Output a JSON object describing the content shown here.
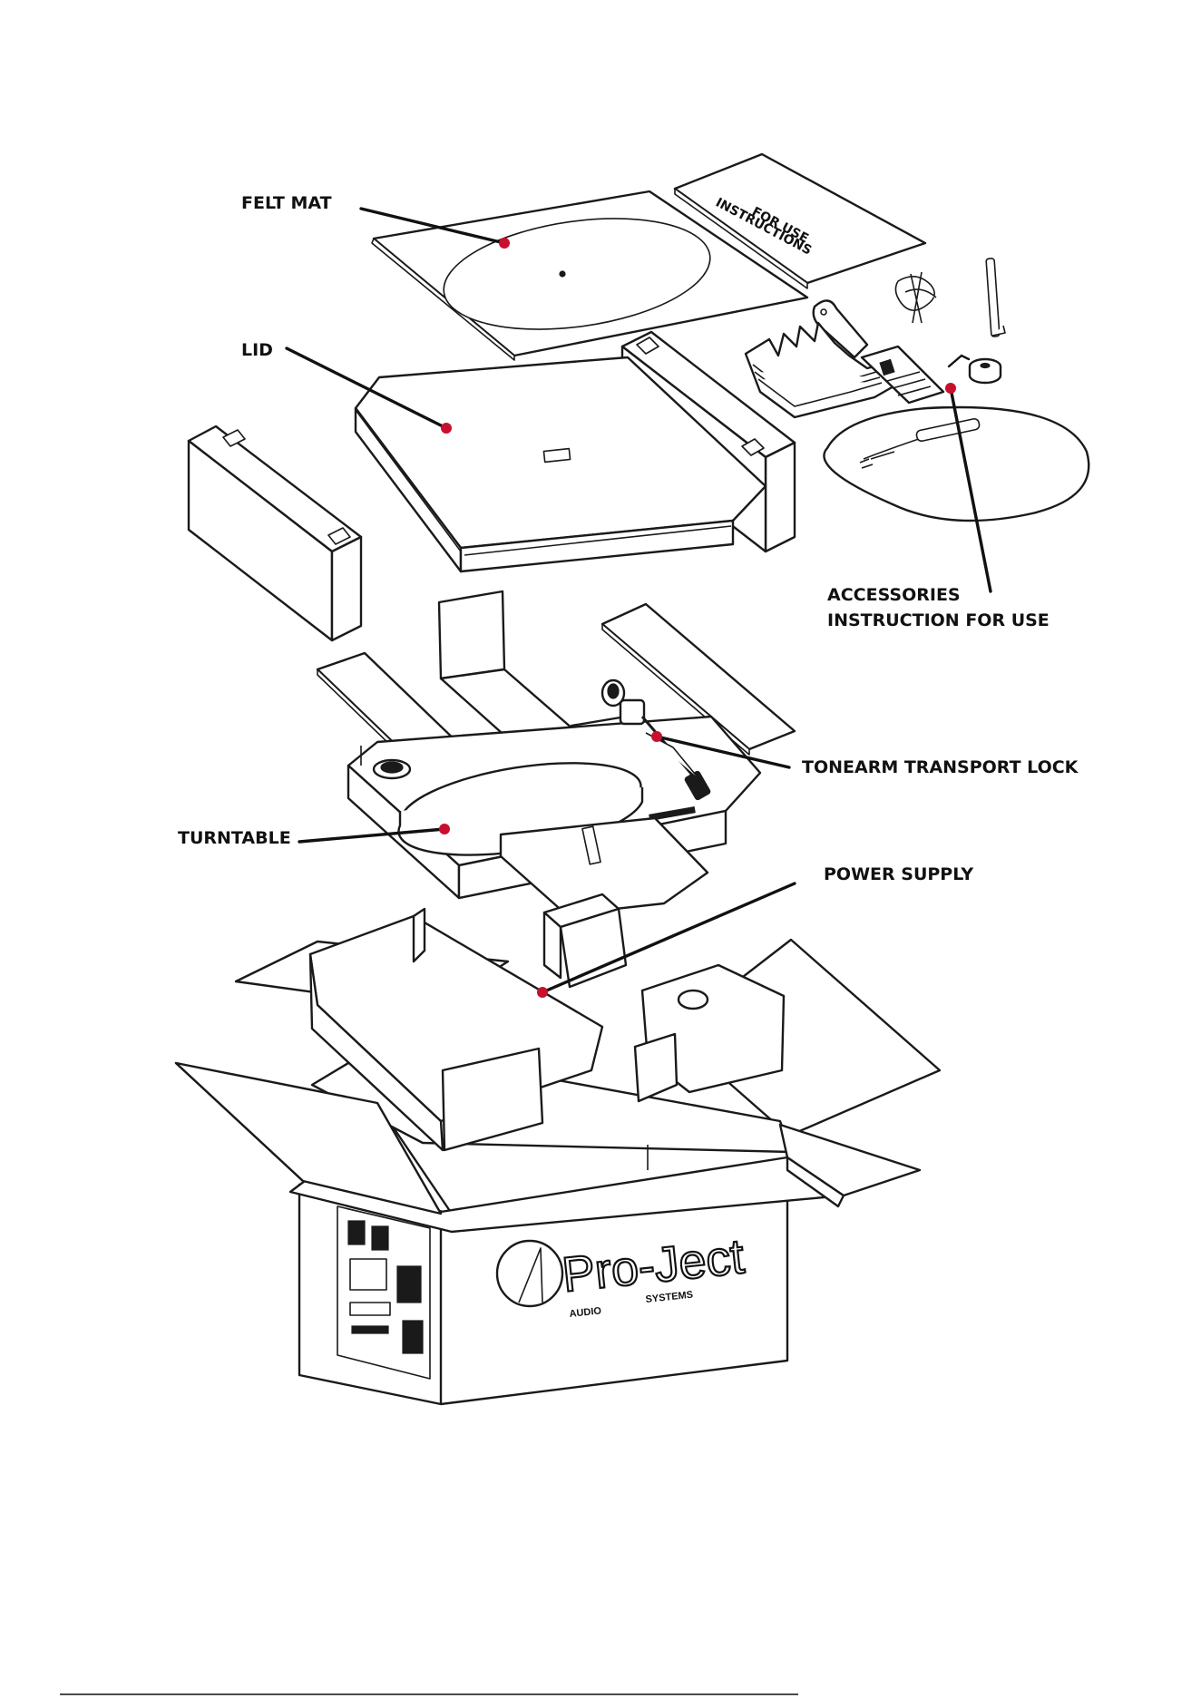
{
  "labels": {
    "felt_mat": "FELT MAT",
    "lid": "LID",
    "accessories_line1": "ACCESSORIES",
    "accessories_line2": "INSTRUCTION FOR USE",
    "tonearm_lock": "TONEARM TRANSPORT LOCK",
    "turntable": "TURNTABLE",
    "power_supply": "POWER SUPPLY"
  },
  "manual": {
    "line1": "INSTRUCTIONS",
    "line2": "FOR USE"
  },
  "box_logo": {
    "brand": "Pro-Ject",
    "sub_left": "AUDIO",
    "sub_right": "SYSTEMS"
  },
  "colors": {
    "marker": "#c8102e",
    "line": "#111111",
    "background": "#ffffff"
  }
}
